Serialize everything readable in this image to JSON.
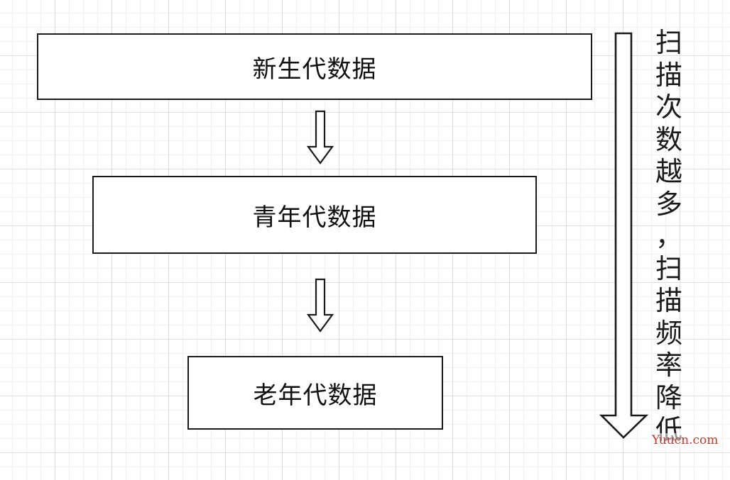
{
  "diagram": {
    "boxes": [
      {
        "label": "新生代数据"
      },
      {
        "label": "青年代数据"
      },
      {
        "label": "老年代数据"
      }
    ],
    "side_text": [
      "扫",
      "描",
      "次",
      "数",
      "越",
      "多",
      "，",
      "扫",
      "描",
      "频",
      "率",
      "降",
      "低"
    ],
    "watermark": "Yuucn.com"
  }
}
